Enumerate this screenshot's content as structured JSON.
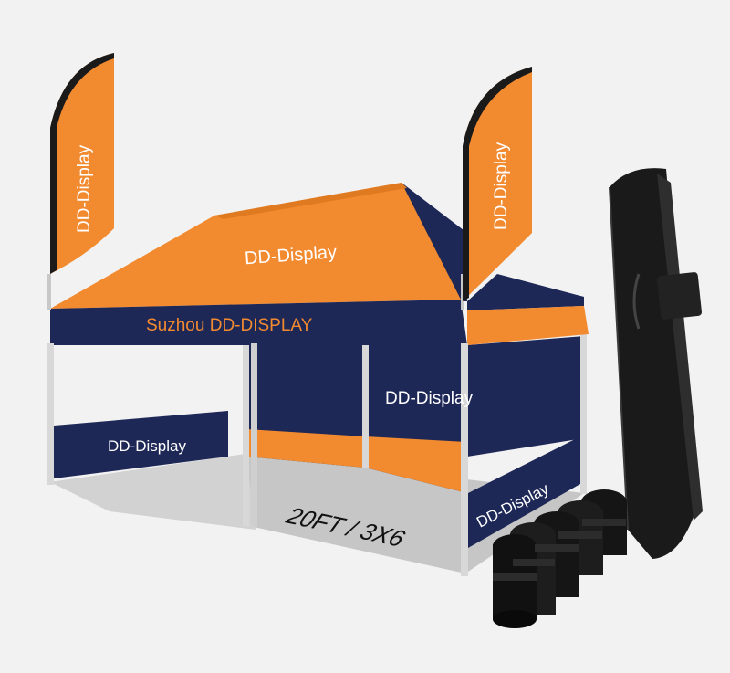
{
  "scene": {
    "left_flag_text": "DD-Display",
    "right_flag_text": "DD-Display",
    "roof_text": "DD-Display",
    "valance_text": "Suzhou DD-DISPLAY",
    "back_wall_text": "DD-Display",
    "left_half_wall_text": "DD-Display",
    "right_half_wall_text": "DD-Display",
    "floor_text": "20FT / 3X6"
  },
  "colors": {
    "brand_orange": "#f28a30",
    "brand_navy": "#1e2857",
    "frame_silver": "#d8d8d8",
    "bag_black": "#1a1a1a",
    "floor_gray": "#c9c9c9",
    "background": "#f2f2f2"
  },
  "objects": {
    "tent": "canopy-tent",
    "flags": "feather-flag",
    "bag": "carry-bag",
    "weights": "sand-weight-bags"
  }
}
